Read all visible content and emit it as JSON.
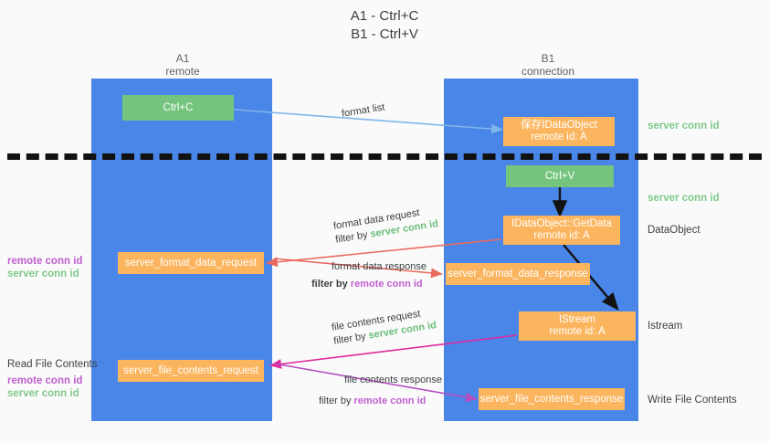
{
  "title": {
    "line1": "A1 - Ctrl+C",
    "line2": "B1 - Ctrl+V"
  },
  "columns": [
    {
      "name": "A1",
      "sub": "remote"
    },
    {
      "name": "B1",
      "sub": "connection"
    }
  ],
  "nodes": [
    {
      "id": "ctrl-c",
      "label": "Ctrl+C",
      "sub": "",
      "color": "#74c47d"
    },
    {
      "id": "idataobject",
      "label": "保存IDataObject",
      "sub": "remote id: A",
      "color": "#fbb55f"
    },
    {
      "id": "ctrl-v",
      "label": "Ctrl+V",
      "sub": "",
      "color": "#74c47d"
    },
    {
      "id": "idataobject-getdata",
      "label": "IDataObject::GetData",
      "sub": "remote id: A",
      "color": "#fbb55f"
    },
    {
      "id": "server-format-data-request",
      "label": "server_format_data_request",
      "sub": "",
      "color": "#fbb55f"
    },
    {
      "id": "server-format-data-response",
      "label": "server_format_data_response",
      "sub": "",
      "color": "#fbb55f"
    },
    {
      "id": "istream",
      "label": "IStream",
      "sub": "remote id: A",
      "color": "#fbb55f"
    },
    {
      "id": "server-file-contents-request",
      "label": "server_file_contents_request",
      "sub": "",
      "color": "#fbb55f"
    },
    {
      "id": "server-file-contents-response",
      "label": "server_file_contents_response",
      "sub": "",
      "color": "#fbb55f"
    }
  ],
  "side_labels": {
    "server_conn_id_top": "server conn id",
    "server_conn_id_mid": "server conn id",
    "dataobject": "DataObject",
    "istream": "Istream",
    "write_file_contents": "Write File Contents",
    "read_file_contents": "Read File Contents"
  },
  "legends": [
    {
      "id": "legend-format-data",
      "remote": "remote conn id",
      "server": "server conn id"
    },
    {
      "id": "legend-file-contents",
      "remote": "remote conn id",
      "server": "server conn id"
    }
  ],
  "edges": [
    {
      "id": "format-list",
      "caption": "format list",
      "filter_prefix": "",
      "filter_target": "",
      "filter_kind": "",
      "color": "#7fb5e8"
    },
    {
      "id": "format-data-request",
      "caption": "format data request",
      "filter_prefix": "filter by ",
      "filter_target": "server conn id",
      "filter_kind": "green",
      "color": "#ea6a5e"
    },
    {
      "id": "format-data-response",
      "caption": "format data response",
      "filter_prefix": "filter by ",
      "filter_target": "remote conn id",
      "filter_kind": "remote",
      "color": "#ea6a5e"
    },
    {
      "id": "file-contents-request",
      "caption": "file contents request",
      "filter_prefix": "filter by ",
      "filter_target": "server conn id",
      "filter_kind": "green",
      "color": "#e0299e"
    },
    {
      "id": "file-contents-response",
      "caption": "file contents response",
      "filter_prefix": "filter by ",
      "filter_target": "remote conn id",
      "filter_kind": "remote",
      "color": "#b44fc0"
    }
  ],
  "colors": {
    "lane": "#4a86e8",
    "green_node": "#74c47d",
    "orange_node": "#fbb55f",
    "divider": "#111111",
    "remote_conn": "#c05ed0",
    "server_conn": "#7fc98a",
    "background": "#fafafa"
  }
}
